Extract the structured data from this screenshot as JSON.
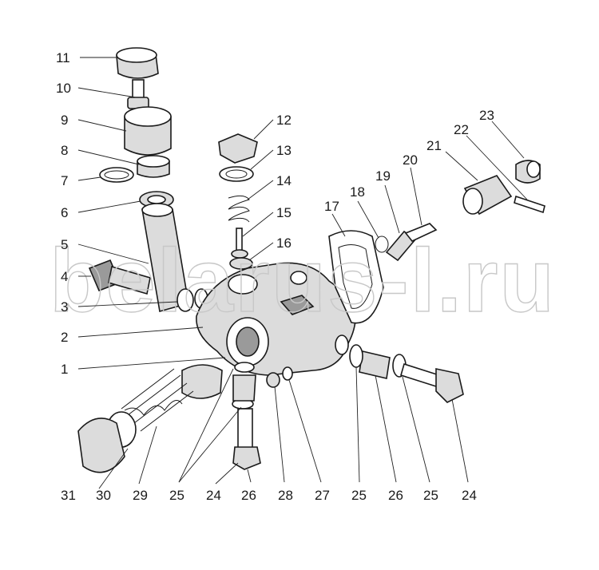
{
  "watermark": "belarus-l.ru",
  "callouts": [
    "1",
    "2",
    "3",
    "4",
    "5",
    "6",
    "7",
    "8",
    "9",
    "10",
    "11",
    "12",
    "13",
    "14",
    "15",
    "16",
    "17",
    "18",
    "19",
    "20",
    "21",
    "22",
    "23",
    "24",
    "25",
    "26",
    "27",
    "28",
    "29",
    "30",
    "31"
  ],
  "bottom_callouts": [
    "31",
    "30",
    "29",
    "25",
    "24",
    "26",
    "28",
    "27",
    "25",
    "26",
    "25",
    "24"
  ]
}
